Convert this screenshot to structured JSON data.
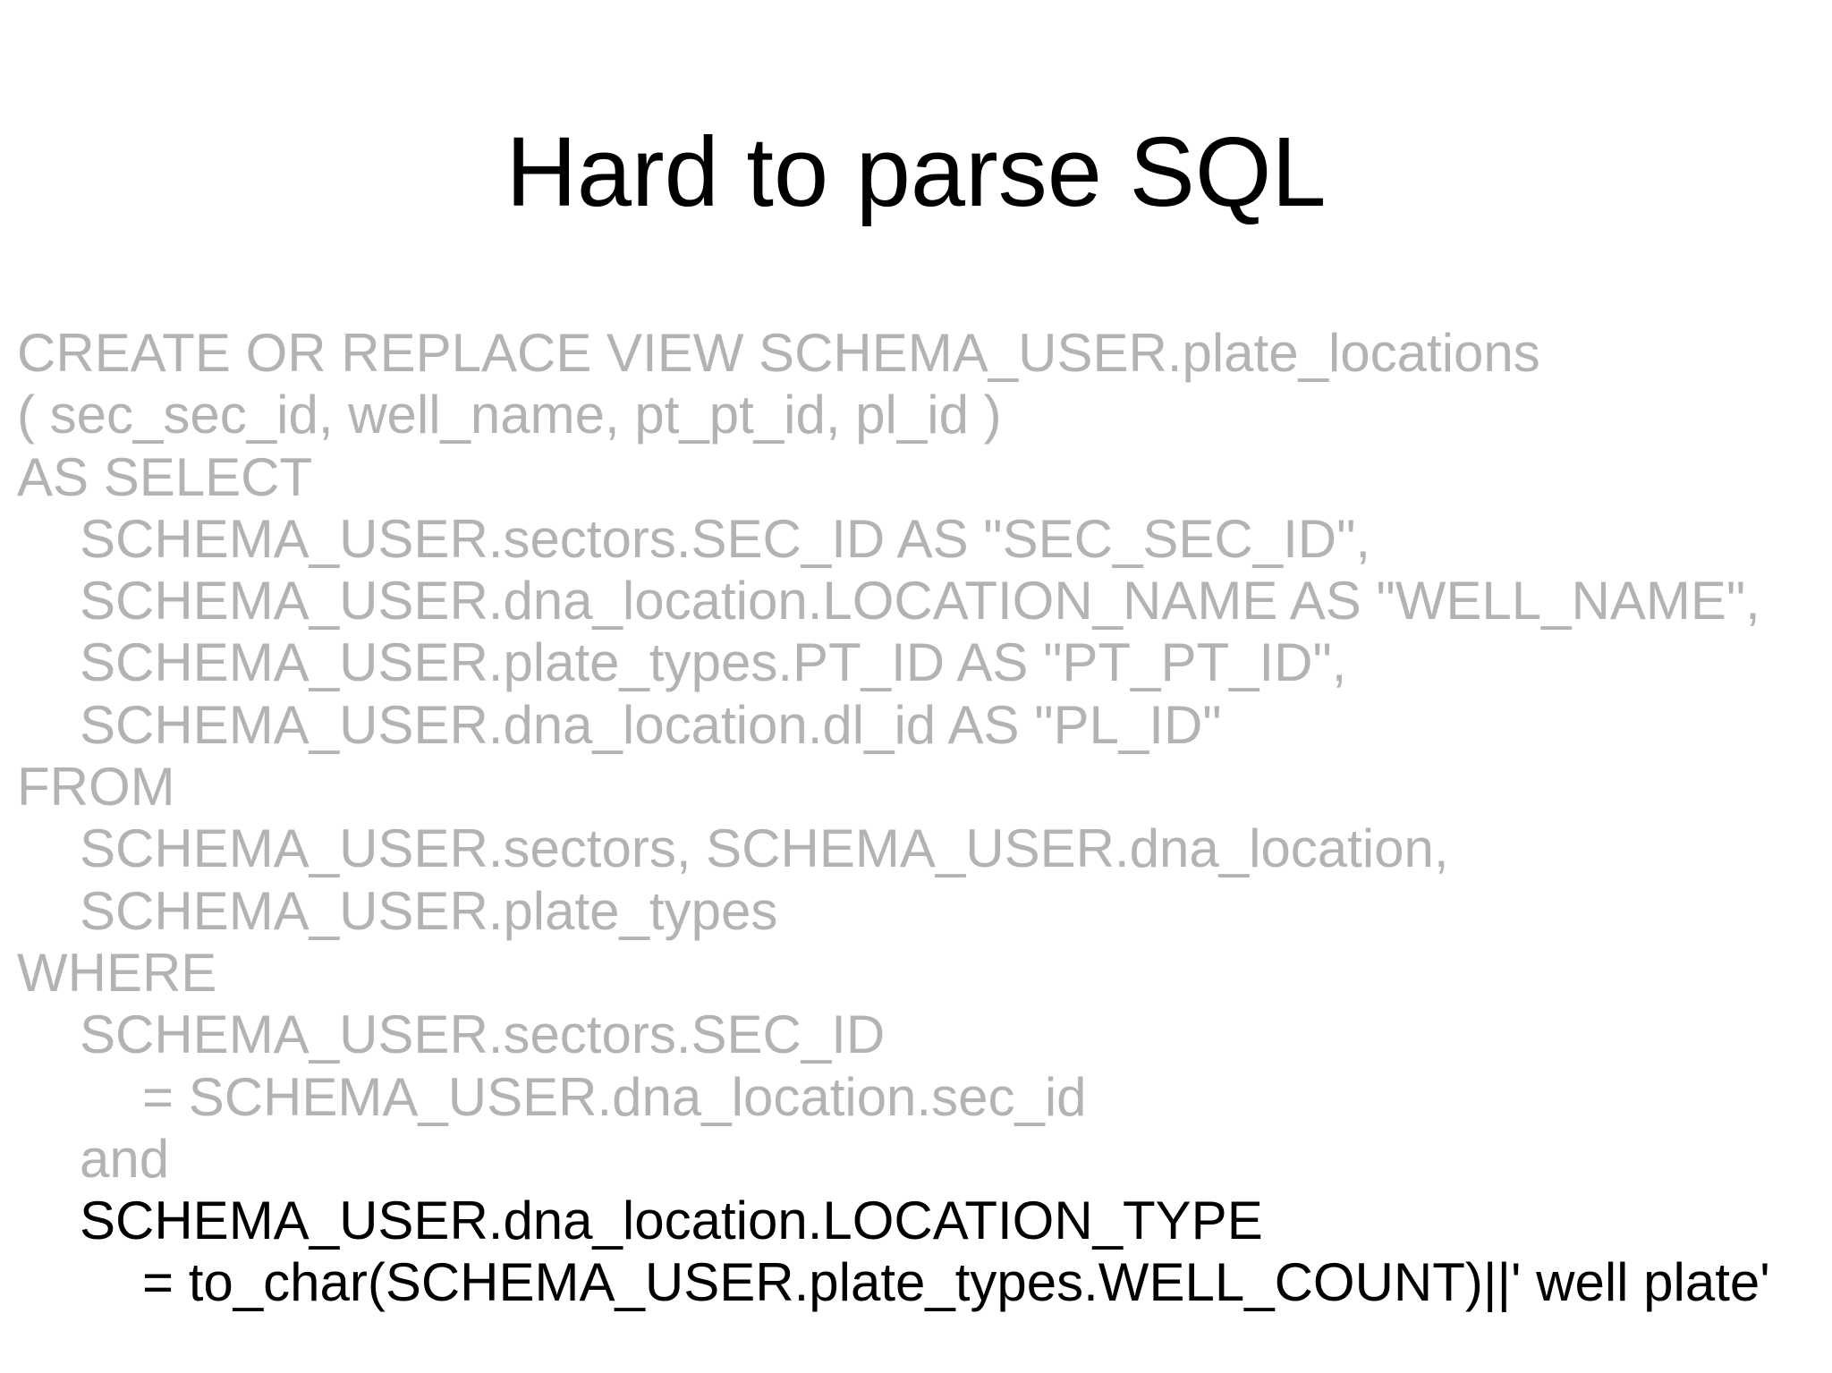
{
  "slide": {
    "title": "Hard to parse SQL",
    "colors": {
      "title": "#000000",
      "muted_code": "#b3b3b3",
      "highlighted_code": "#000000",
      "background": "#ffffff"
    },
    "code_lines": [
      {
        "text": "CREATE OR REPLACE VIEW SCHEMA_USER.plate_locations",
        "indent": 0,
        "style": "muted"
      },
      {
        "text": "( sec_sec_id, well_name, pt_pt_id, pl_id )",
        "indent": 0,
        "style": "muted"
      },
      {
        "text": "AS SELECT",
        "indent": 0,
        "style": "muted"
      },
      {
        "text": "SCHEMA_USER.sectors.SEC_ID AS \"SEC_SEC_ID\",",
        "indent": 1,
        "style": "muted"
      },
      {
        "text": "SCHEMA_USER.dna_location.LOCATION_NAME AS \"WELL_NAME\",",
        "indent": 1,
        "style": "muted"
      },
      {
        "text": "SCHEMA_USER.plate_types.PT_ID AS \"PT_PT_ID\",",
        "indent": 1,
        "style": "muted"
      },
      {
        "text": "SCHEMA_USER.dna_location.dl_id AS \"PL_ID\"",
        "indent": 1,
        "style": "muted"
      },
      {
        "text": "FROM",
        "indent": 0,
        "style": "muted"
      },
      {
        "text": "SCHEMA_USER.sectors, SCHEMA_USER.dna_location,",
        "indent": 1,
        "style": "muted"
      },
      {
        "text": "SCHEMA_USER.plate_types",
        "indent": 1,
        "style": "muted"
      },
      {
        "text": "WHERE",
        "indent": 0,
        "style": "muted"
      },
      {
        "text": "SCHEMA_USER.sectors.SEC_ID",
        "indent": 1,
        "style": "muted"
      },
      {
        "text": "= SCHEMA_USER.dna_location.sec_id",
        "indent": 2,
        "style": "muted"
      },
      {
        "text": "and",
        "indent": 1,
        "style": "muted"
      },
      {
        "text": "SCHEMA_USER.dna_location.LOCATION_TYPE",
        "indent": 1,
        "style": "emph"
      },
      {
        "text": "= to_char(SCHEMA_USER.plate_types.WELL_COUNT)||' well plate'",
        "indent": 2,
        "style": "emph"
      }
    ]
  }
}
